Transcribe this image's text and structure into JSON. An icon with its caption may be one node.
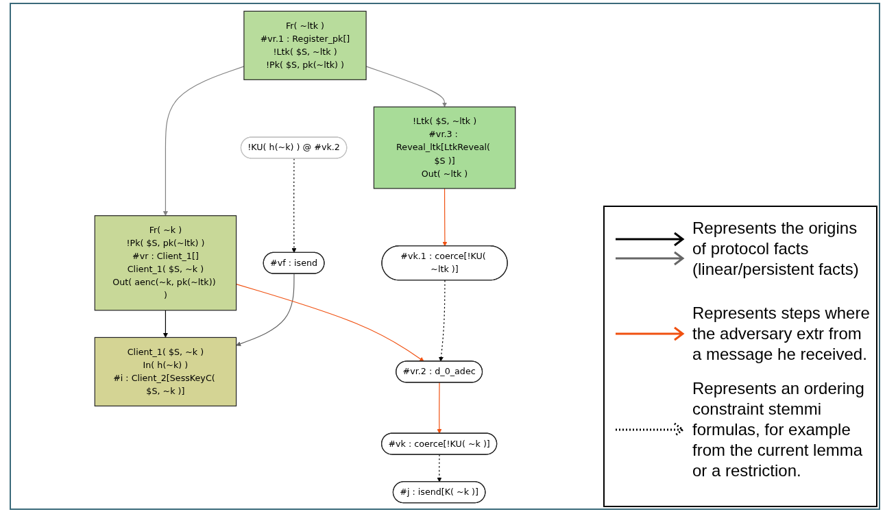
{
  "diagram": {
    "nodes": [
      {
        "text": [
          "Fr( ~ltk )",
          "#vr.1 : Register_pk[]",
          "!Ltk( $S, ~ltk )",
          "!Pk( $S, pk(~ltk) )"
        ]
      },
      {
        "text": [
          "!KU( h(~k) ) @ #vk.2"
        ]
      },
      {
        "text": [
          "!Ltk( $S, ~ltk )",
          "#vr.3 : Reveal_ltk[LtkReveal( $S )]",
          "Out( ~ltk )"
        ]
      },
      {
        "text": [
          "Fr( ~k )",
          "!Pk( $S, pk(~ltk) )",
          "#vr : Client_1[]",
          "Client_1( $S, ~k )",
          "Out( aenc(~k, pk(~ltk)) )"
        ]
      },
      {
        "text": [
          "#vf : isend"
        ]
      },
      {
        "text": [
          "Client_1( $S, ~k )",
          "In( h(~k) )",
          "#i : Client_2[SessKeyC( $S, ~k )]"
        ]
      },
      {
        "text": [
          "#vk.1 : coerce[!KU( ~ltk )]"
        ]
      },
      {
        "text": [
          "#vr.2 : d_0_adec"
        ]
      },
      {
        "text": [
          "#vk : coerce[!KU( ~k )]"
        ]
      },
      {
        "text": [
          "#j : isend[K( ~k )]"
        ]
      }
    ],
    "edges": [
      {
        "from": 0,
        "to": 2,
        "arrow": "to",
        "color": "#808080"
      },
      {
        "from": 0,
        "to": 3,
        "arrow": "to",
        "color": "#808080"
      },
      {
        "from": 1,
        "to": 4,
        "arrow": "to",
        "style": "dashed"
      },
      {
        "from": 3,
        "to": 5,
        "arrow": "to"
      },
      {
        "from": 4,
        "to": 5,
        "arrow": "to",
        "color": "#606060"
      },
      {
        "from": 2,
        "to": 6,
        "arrow": "to",
        "color": "#f05010"
      },
      {
        "from": 3,
        "to": 7,
        "arrow": "to",
        "color": "#f05010"
      },
      {
        "from": 6,
        "to": 7,
        "arrow": "to",
        "style": "dashed"
      },
      {
        "from": 7,
        "to": 8,
        "arrow": "to",
        "color": "#f05010"
      },
      {
        "from": 8,
        "to": 9,
        "arrow": "to",
        "style": "dashed"
      }
    ],
    "legend": [
      {
        "text": "Represents the origins of protocol facts (linear/persistent facts)"
      },
      {
        "text": "Represents steps where the adversary extr from a message he received."
      },
      {
        "text": "Represents an ordering constraint stemmi formulas, for example from the current lemma or a restriction."
      }
    ]
  }
}
